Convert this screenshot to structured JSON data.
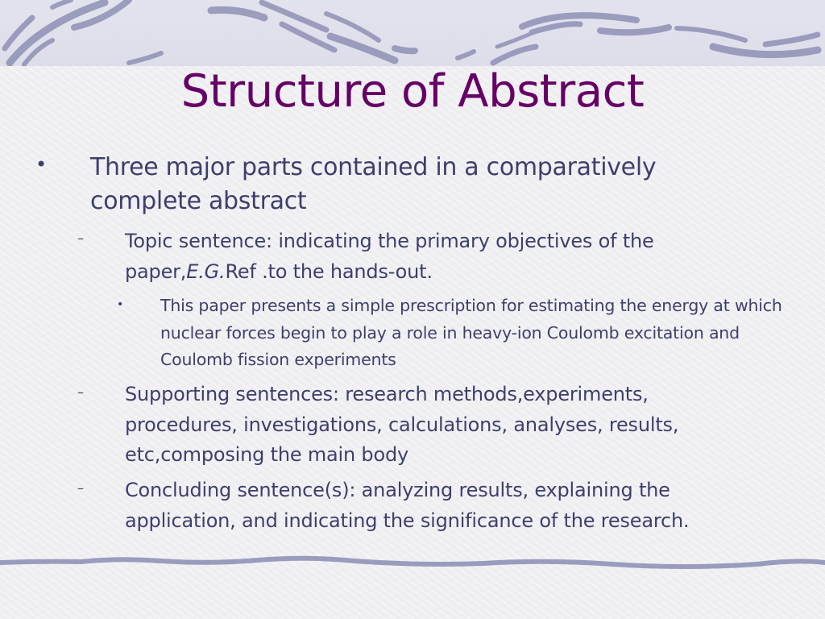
{
  "slide": {
    "title": "Structure of Abstract",
    "colors": {
      "title": "#660066",
      "body_text": "#3d3f6b",
      "decoration": "#8a8cb0",
      "background": "#efeff2"
    },
    "bullets": [
      {
        "level": 1,
        "marker": "•",
        "text": "Three major parts contained in a comparatively complete abstract"
      },
      {
        "level": 2,
        "marker": "–",
        "text_before_italic": "Topic sentence: indicating the primary objectives of the paper,",
        "italic": "E.G.",
        "text_after_italic": "Ref .to the hands-out."
      },
      {
        "level": 3,
        "marker": "•",
        "text": "This paper presents a simple prescription for estimating the energy at which nuclear forces begin to play a role in heavy-ion Coulomb excitation and Coulomb fission experiments"
      },
      {
        "level": 2,
        "marker": "–",
        "text": "Supporting sentences: research methods,experiments, procedures, investigations, calculations, analyses, results, etc,composing the main body"
      },
      {
        "level": 2,
        "marker": "–",
        "text": "Concluding sentence(s): analyzing  results, explaining the application, and indicating the significance of the research."
      }
    ]
  }
}
